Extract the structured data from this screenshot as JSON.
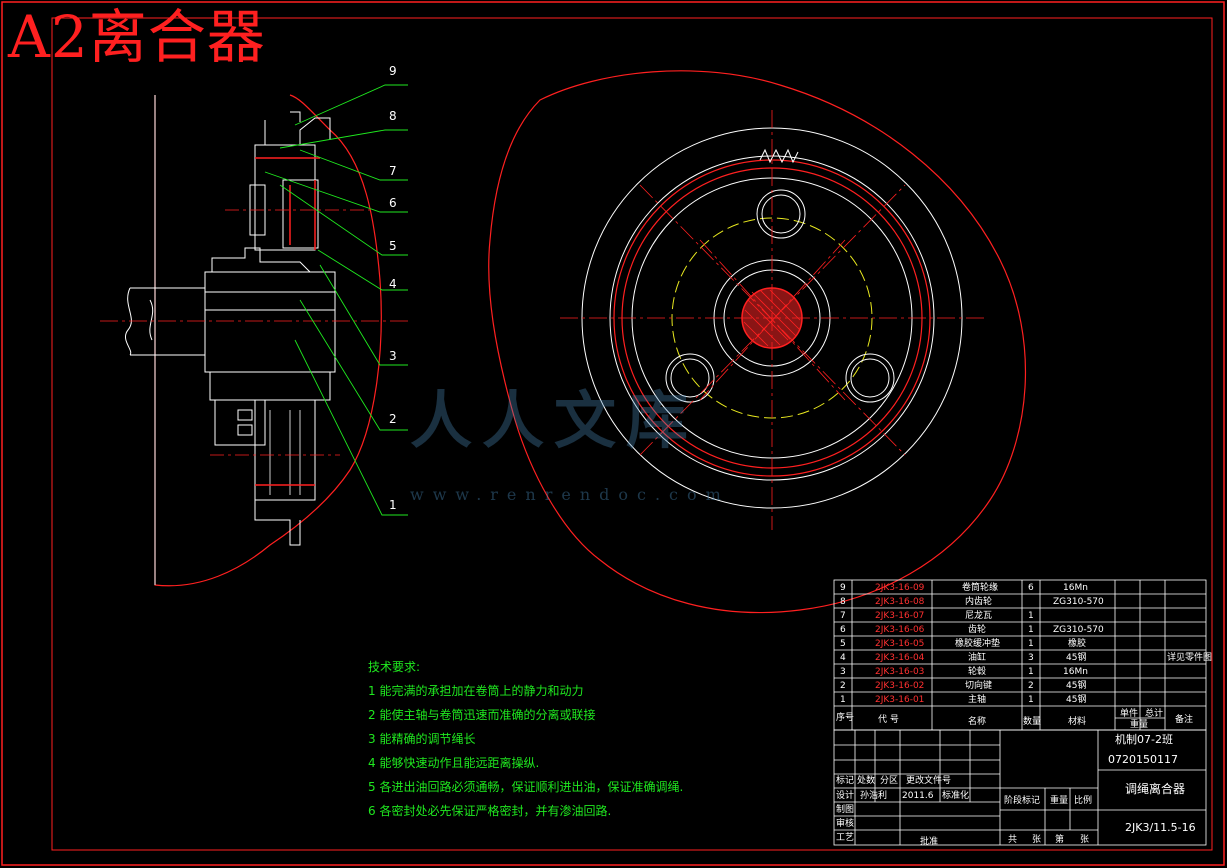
{
  "title": "A2离合器",
  "colors": {
    "frame": "#ff2020",
    "outline": "#ffffff",
    "section": "#ff2020",
    "leader": "#1fe81f",
    "pitch_circle": "#e8e81f",
    "watermark": "#4a8ab8"
  },
  "leader_labels": [
    "9",
    "8",
    "7",
    "6",
    "5",
    "4",
    "3",
    "2",
    "1"
  ],
  "technical_requirements": {
    "heading": "技术要求:",
    "items": [
      "1 能完满的承担加在卷筒上的静力和动力",
      "2 能使主轴与卷筒迅速而准确的分离或联接",
      "3 能精确的调节绳长",
      "4 能够快速动作且能远距离操纵.",
      "5 各进出油回路必须通畅，保证顺利进出油，保证准确调绳.",
      "6 各密封处必先保证严格密封，并有渗油回路."
    ]
  },
  "watermark": {
    "text": "人人文库",
    "url": "www.renrendoc.com"
  },
  "parts_list": {
    "rows": [
      {
        "no": "9",
        "code": "2JK3-16-09",
        "name": "卷筒轮缘",
        "qty": "6",
        "material": "16Mn",
        "note": ""
      },
      {
        "no": "8",
        "code": "2JK3-16-08",
        "name": "内齿轮",
        "qty": "",
        "material": "ZG310-570",
        "note": ""
      },
      {
        "no": "7",
        "code": "2JK3-16-07",
        "name": "尼龙瓦",
        "qty": "1",
        "material": "",
        "note": ""
      },
      {
        "no": "6",
        "code": "2JK3-16-06",
        "name": "齿轮",
        "qty": "1",
        "material": "ZG310-570",
        "note": ""
      },
      {
        "no": "5",
        "code": "2JK3-16-05",
        "name": "橡胶缓冲垫",
        "qty": "1",
        "material": "橡胶",
        "note": ""
      },
      {
        "no": "4",
        "code": "2JK3-16-04",
        "name": "油缸",
        "qty": "3",
        "material": "45钢",
        "note": "详见零件图"
      },
      {
        "no": "3",
        "code": "2JK3-16-03",
        "name": "轮毂",
        "qty": "1",
        "material": "16Mn",
        "note": ""
      },
      {
        "no": "2",
        "code": "2JK3-16-02",
        "name": "切向键",
        "qty": "2",
        "material": "45钢",
        "note": ""
      },
      {
        "no": "1",
        "code": "2JK3-16-01",
        "name": "主轴",
        "qty": "1",
        "material": "45钢",
        "note": ""
      }
    ],
    "header": {
      "no": "序号",
      "code": "代  号",
      "name": "名称",
      "qty": "数量",
      "material": "材料",
      "unit_weight": "单件",
      "total_weight": "总计",
      "weight": "重量",
      "note": "备注"
    }
  },
  "title_block": {
    "class": "机制07-2班",
    "student_no": "0720150117",
    "drawing_name": "调绳离合器",
    "drawing_code": "2JK3/11.5-16",
    "mark_row": [
      "标记",
      "处数",
      "分区",
      "更改文件号"
    ],
    "design_label": "设计",
    "designer": "孙浩利",
    "date": "2011.6",
    "standardize": "标准化",
    "draw_label": "制图",
    "check_label": "审核",
    "process_label": "工艺",
    "approve_label": "批准",
    "stage_mark": "阶段标记",
    "weight": "重量",
    "scale": "比例",
    "sheet_info": [
      "共",
      "张",
      "第",
      "张"
    ]
  }
}
